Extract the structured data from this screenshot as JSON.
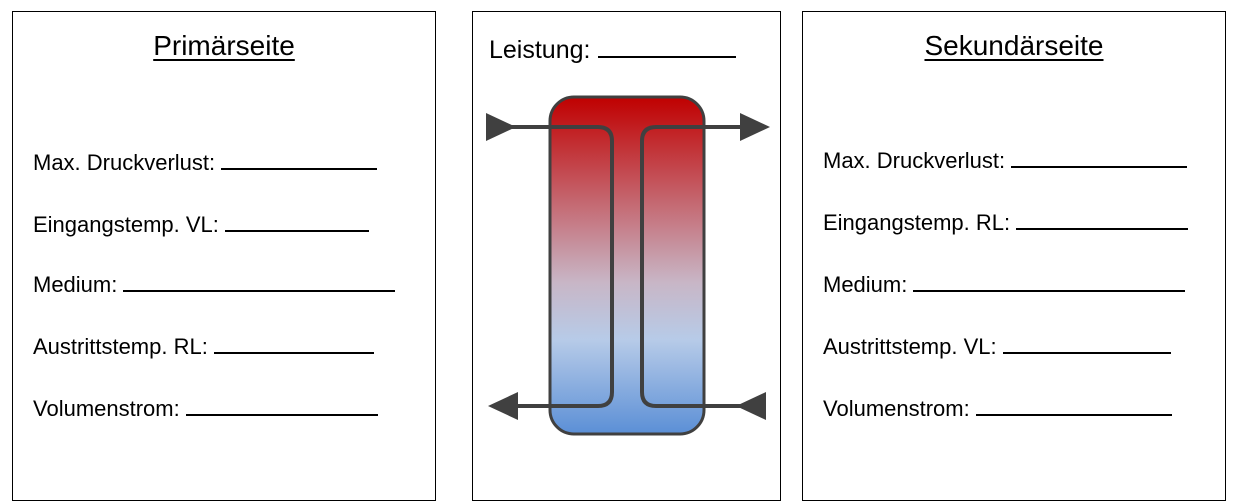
{
  "primary": {
    "title": "Primärseite",
    "fields": [
      "Max. Druckverlust:",
      "Eingangstemp. VL:",
      "Medium:",
      "Austrittstemp. RL:",
      "Volumenstrom:"
    ]
  },
  "center": {
    "label": "Leistung:"
  },
  "secondary": {
    "title": "Sekundärseite",
    "fields": [
      "Max. Druckverlust:",
      "Eingangstemp. RL:",
      "Medium:",
      "Austrittstemp. VL:",
      "Volumenstrom:"
    ]
  },
  "colors": {
    "hot": "#c00000",
    "mid": "#c8b6c6",
    "cold": "#5b8fd6",
    "pipe": "#404040"
  }
}
